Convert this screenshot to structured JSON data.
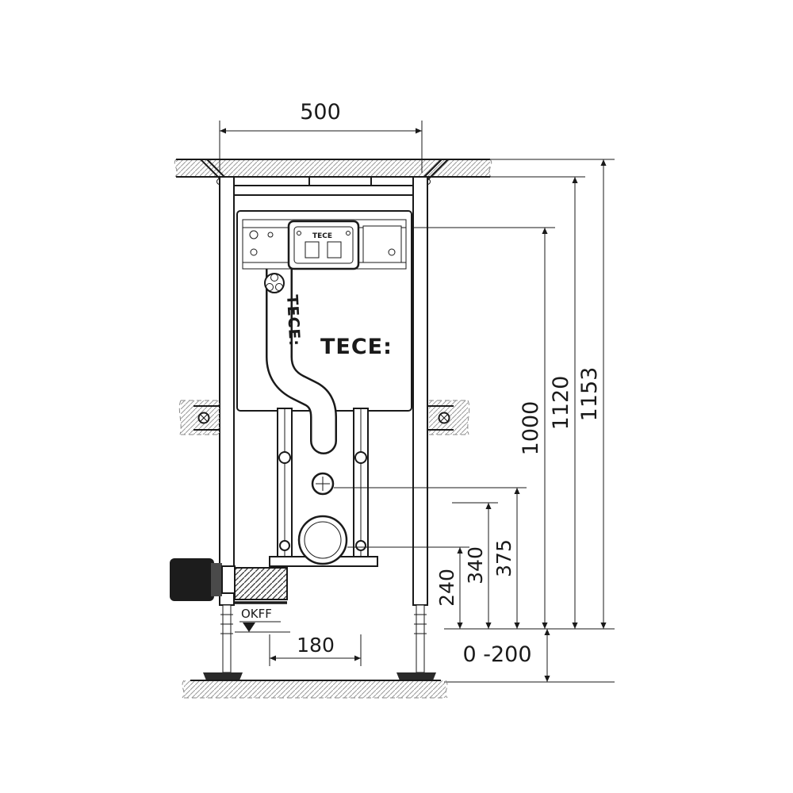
{
  "brand": {
    "logo_main": "TECE:",
    "logo_pipe": "TECE:",
    "logo_small": "TECE"
  },
  "labels": {
    "floor_level": "OKFF"
  },
  "dims": {
    "top_width": "500",
    "overall_height": "1153",
    "frame_height": "1120",
    "cistern_height": "1000",
    "inlet_height": "375",
    "mid_height": "340",
    "drain_height": "240",
    "bottom_width": "180",
    "foot_adjustment": "0 -200"
  }
}
